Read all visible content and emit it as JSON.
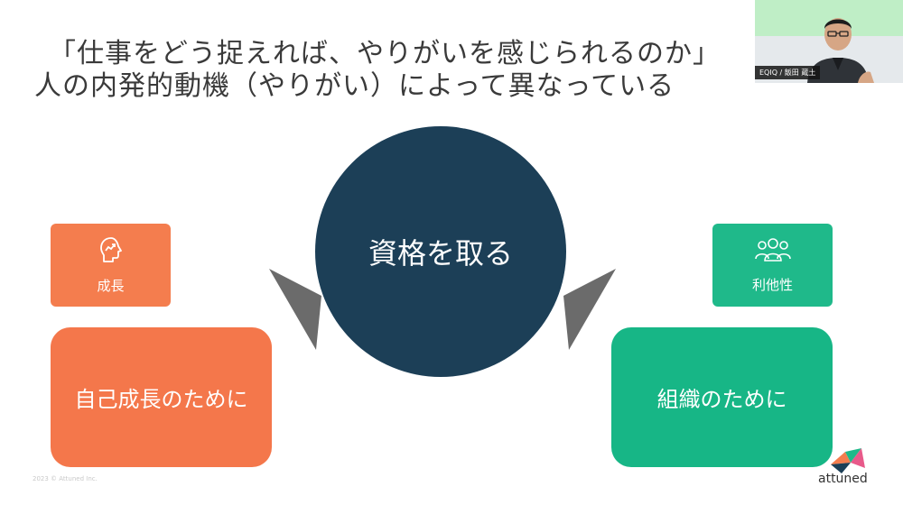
{
  "slide": {
    "title_line1": "「仕事をどう捉えれば、やりがいを感じられるのか」",
    "title_line2": "人の内発的動機（やりがい）によって異なっている",
    "center_label": "資格を取る",
    "left": {
      "category": "成長",
      "category_icon": "head-growth-icon",
      "statement": "自己成長のために",
      "color_small": "#f47d4e",
      "color_big": "#f4774b"
    },
    "right": {
      "category": "利他性",
      "category_icon": "people-group-icon",
      "statement": "組織のために",
      "color_small": "#1fb98a",
      "color_big": "#17b686"
    },
    "center_color": "#1c3f57",
    "pointer_color": "#6b6b6b"
  },
  "video": {
    "caption": "EQIQ / 飯田 蔵土"
  },
  "footer": {
    "copyright": "2023 © Attuned Inc.",
    "logo_text": "attuned"
  }
}
